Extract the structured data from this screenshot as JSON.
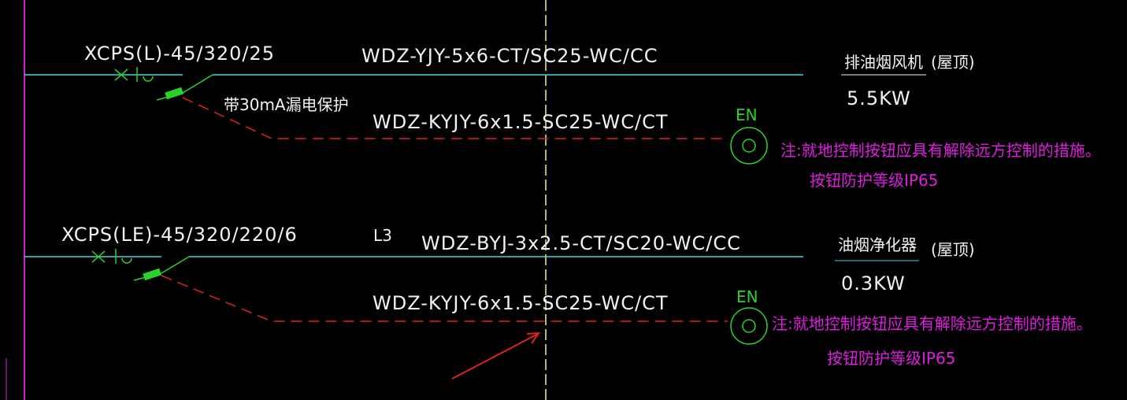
{
  "circuit1": {
    "breaker_label": "XCPS(L)-45/320/25",
    "cable_power": "WDZ-YJY-5x6-CT/SC25-WC/CC",
    "leakage_note": "带30mA漏电保护",
    "cable_control": "WDZ-KYJY-6x1.5-SC25-WC/CT",
    "load_name": "排油烟风机",
    "load_location": "(屋顶)",
    "load_power": "5.5KW",
    "button_symbol": "EN",
    "note_line1": "注:就地控制按钮应具有解除远方控制的措施。",
    "note_line2": "按钮防护等级IP65"
  },
  "circuit2": {
    "breaker_label": "XCPS(LE)-45/320/220/6",
    "phase_label": "L3",
    "cable_power": "WDZ-BYJ-3x2.5-CT/SC20-WC/CC",
    "cable_control": "WDZ-KYJY-6x1.5-SC25-WC/CT",
    "load_name": "油烟净化器",
    "load_location": "(屋顶)",
    "load_power": "0.3KW",
    "button_symbol": "EN",
    "note_line1": "注:就地控制按钮应具有解除远方控制的措施。",
    "note_line2": "按钮防护等级IP65"
  },
  "colors": {
    "background": "#000000",
    "bus_line": "#d020d0",
    "power_line": "#3fd6d6",
    "control_line": "#e02020",
    "symbol": "#2bd12b",
    "text": "#f2f2f2",
    "note": "#e01ce0",
    "center_line": "#f0f0a0",
    "arrow": "#e02020"
  }
}
